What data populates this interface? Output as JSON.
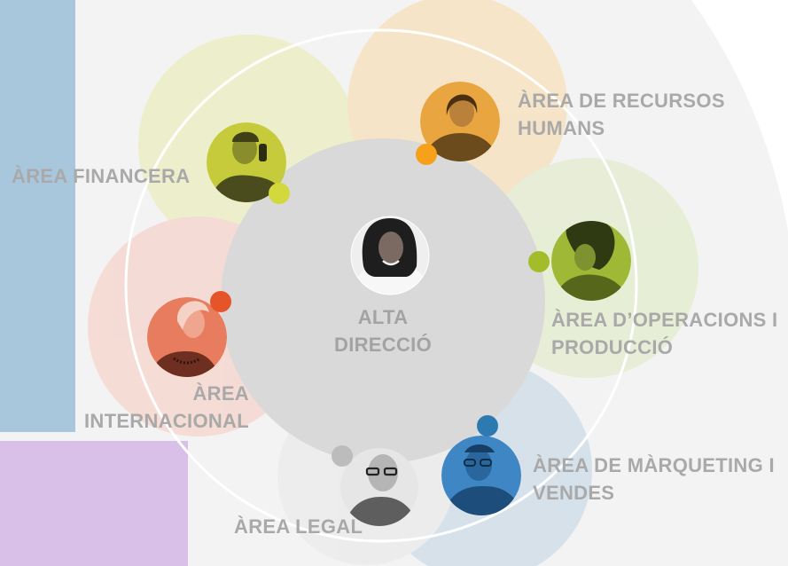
{
  "colors": {
    "background_arc": "#f3f3f3",
    "left_bar": "#a9c7dc",
    "bottom_left_block": "#d8c0e8",
    "ring": "#ffffff",
    "center_disc": "#d9d9d9",
    "label_text": "#a9a9a9"
  },
  "center": {
    "title_line1": "ALTA",
    "title_line2": "DIRECCIÓ",
    "photo_icon": "person-smiling-photo"
  },
  "areas": [
    {
      "id": "financera",
      "line1": "ÀREA FINANCERA",
      "line2": "",
      "bubble_color": "#eceec8",
      "dot_color": "#d3d83c",
      "photo_tint": "#c5cb3a",
      "photo_icon": "man-on-phone-photo"
    },
    {
      "id": "recursos-humans",
      "line1": "ÀREA DE RECURSOS",
      "line2": "HUMANS",
      "bubble_color": "#f6e3c4",
      "dot_color": "#f7a01a",
      "photo_tint": "#e9a640",
      "photo_icon": "woman-talking-photo"
    },
    {
      "id": "operacions",
      "line1": "ÀREA D’OPERACIONS I",
      "line2": "PRODUCCIÓ",
      "bubble_color": "#e6edd3",
      "dot_color": "#a3bd2a",
      "photo_tint": "#9fb936",
      "photo_icon": "woman-reading-photo"
    },
    {
      "id": "marqueting",
      "line1": "ÀREA DE MÀRQUETING I",
      "line2": "VENDES",
      "bubble_color": "#d3e0ea",
      "dot_color": "#2d7ab1",
      "photo_tint": "#3f86c4",
      "photo_icon": "man-with-glasses-photo"
    },
    {
      "id": "legal",
      "line1": "ÀREA LEGAL",
      "line2": "",
      "bubble_color": "#ececec",
      "dot_color": "#bcbcbc",
      "photo_tint": "#9a9a9a",
      "photo_icon": "older-man-glasses-photo"
    },
    {
      "id": "internacional",
      "line1": "ÀREA",
      "line2": "INTERNACIONAL",
      "bubble_color": "#f5d9d2",
      "dot_color": "#e6542a",
      "photo_tint": "#e87c5e",
      "photo_icon": "woman-profile-photo"
    }
  ]
}
